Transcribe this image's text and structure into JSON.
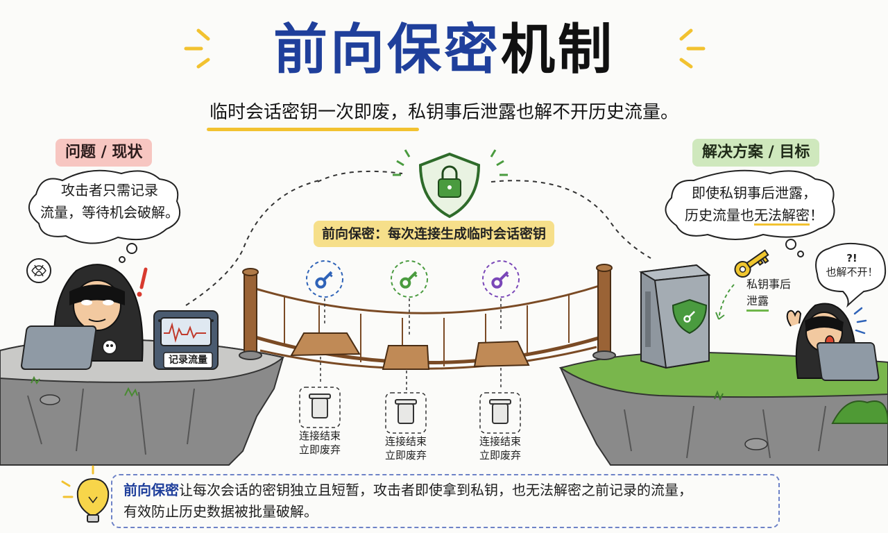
{
  "title": {
    "part1": "前向保密",
    "part2": "机制"
  },
  "subtitle": "临时会话密钥一次即废，私钥事后泄露也解不开历史流量。",
  "problem": {
    "tag": "问题 / 现状",
    "bubble_line1": "攻击者只需记录",
    "bubble_line2": "流量，等待机会破解。",
    "recorder_label": "记录流量"
  },
  "solution": {
    "tag": "解决方案 / 目标",
    "bubble_line1": "即使私钥事后泄露，",
    "bubble_line2a": "历史流量也",
    "bubble_line2b": "无法解密",
    "bubble_line2c": "！",
    "leak_line1": "私钥事后",
    "leak_line2": "泄露",
    "hacker_line1": "?!",
    "hacker_line2": "也解不开！"
  },
  "bridge": {
    "label": "前向保密：每次连接生成临时会话密钥",
    "key_colors": [
      "#2f63b8",
      "#4a9b3f",
      "#7a47b8"
    ],
    "trash_line1": "连接结束",
    "trash_line2": "立即废弃"
  },
  "bottom": {
    "highlight": "前向保密",
    "text1": "让每次会话的密钥独立且短暂，攻击者即使拿到私钥，也无法解密之前记录的流量，",
    "text2": "有效防止历史数据被批量破解。"
  },
  "colors": {
    "accent_blue": "#1f3f9b",
    "accent_yellow": "#f2c230",
    "problem_pink": "#f7c6c1",
    "solution_green": "#cfe8bd"
  }
}
